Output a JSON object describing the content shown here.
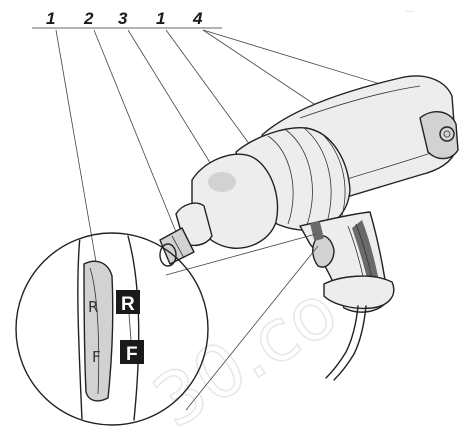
{
  "callouts": [
    {
      "key": "c1a",
      "label": "1"
    },
    {
      "key": "c2",
      "label": "2"
    },
    {
      "key": "c3",
      "label": "3"
    },
    {
      "key": "c1b",
      "label": "1"
    },
    {
      "key": "c4",
      "label": "4"
    }
  ],
  "switch": {
    "raised_r": "R",
    "raised_f": "F",
    "box_r": "R",
    "box_f": "F"
  },
  "watermark": {
    "top_right": "...",
    "main": "30.co"
  },
  "colors": {
    "ink": "#222222",
    "label_box": "#1a1a1a",
    "grip_shade": "#6a6a6a"
  }
}
